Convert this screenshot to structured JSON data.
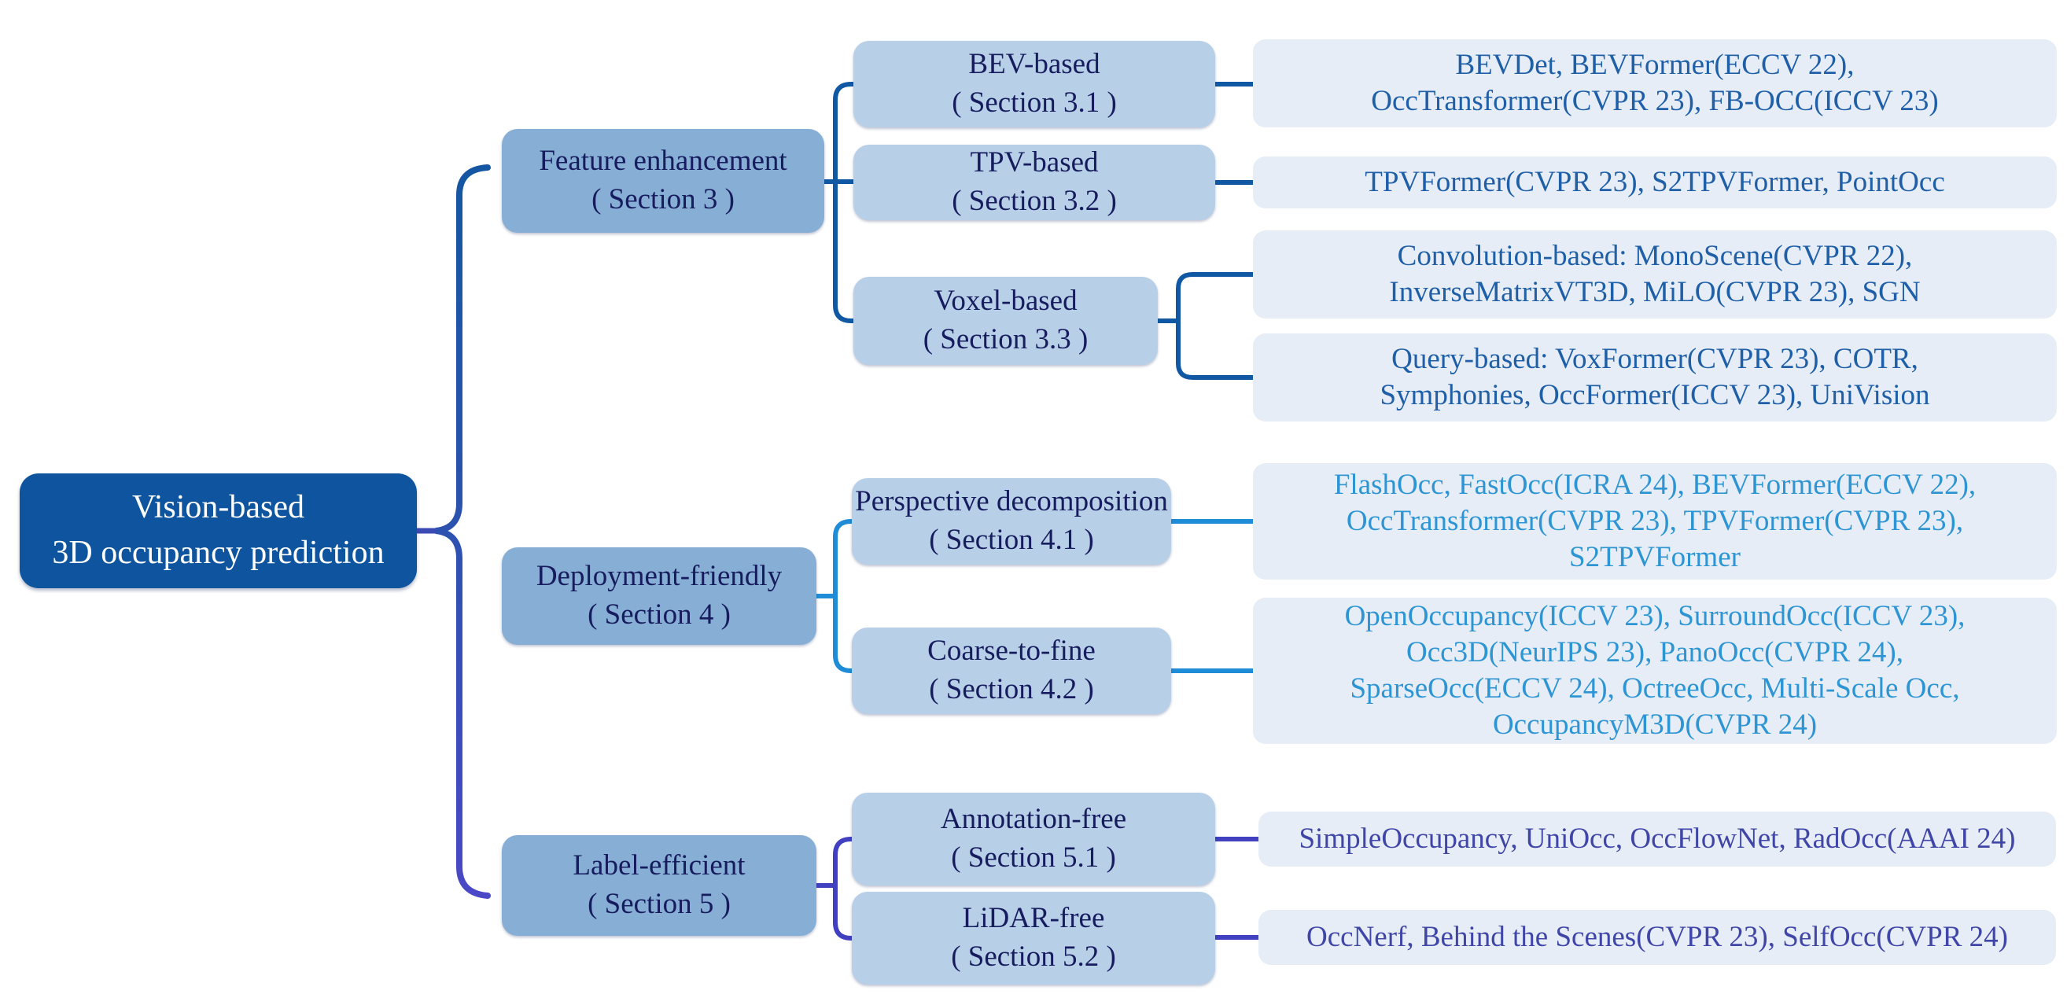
{
  "root": {
    "text": [
      "Vision-based",
      "3D occupancy prediction"
    ]
  },
  "nodes": {
    "feature_enhancement": {
      "label": "Feature enhancement",
      "section": "( Section 3 )"
    },
    "deployment_friendly": {
      "label": "Deployment-friendly",
      "section": "( Section 4 )"
    },
    "label_efficient": {
      "label": "Label-efficient",
      "section": "( Section 5 )"
    },
    "bev_based": {
      "label": "BEV-based",
      "section": "( Section 3.1 )"
    },
    "tpv_based": {
      "label": "TPV-based",
      "section": "( Section 3.2 )"
    },
    "voxel_based": {
      "label": "Voxel-based",
      "section": "( Section 3.3 )"
    },
    "perspective_decomposition": {
      "label": "Perspective decomposition",
      "section": "( Section 4.1 )"
    },
    "coarse_to_fine": {
      "label": "Coarse-to-fine",
      "section": "( Section 4.2 )"
    },
    "annotation_free": {
      "label": "Annotation-free",
      "section": "( Section 5.1 )"
    },
    "lidar_free": {
      "label": "LiDAR-free",
      "section": "( Section 5.2 )"
    }
  },
  "method_lists": {
    "bev": [
      "BEVDet, BEVFormer(ECCV 22),",
      "OccTransformer(CVPR 23), FB-OCC(ICCV 23)"
    ],
    "tpv": [
      "TPVFormer(CVPR 23), S2TPVFormer, PointOcc"
    ],
    "voxel_convolution": [
      "Convolution-based: MonoScene(CVPR 22),",
      "InverseMatrixVT3D, MiLO(CVPR 23), SGN"
    ],
    "voxel_query": [
      "Query-based: VoxFormer(CVPR 23), COTR,",
      "Symphonies, OccFormer(ICCV 23), UniVision"
    ],
    "perspective": [
      "FlashOcc, FastOcc(ICRA 24), BEVFormer(ECCV 22),",
      "OccTransformer(CVPR 23), TPVFormer(CVPR 23),",
      "S2TPVFormer"
    ],
    "coarse": [
      "OpenOccupancy(ICCV 23), SurroundOcc(ICCV 23),",
      "Occ3D(NeurIPS 23), PanoOcc(CVPR 24),",
      "SparseOcc(ECCV 24), OctreeOcc, Multi-Scale Occ,",
      "OccupancyM3D(CVPR 24)"
    ],
    "annotation": [
      "SimpleOccupancy, UniOcc, OccFlowNet, RadOcc(AAAI 24)"
    ],
    "lidar": [
      "OccNerf, Behind the Scenes(CVPR 23), SelfOcc(CVPR 24)"
    ]
  },
  "colors": {
    "root_bg": "#0E549E",
    "root_text": "#FFFFFF",
    "branch_bg": "#87AFD5",
    "sub_bg": "#B7D0E8",
    "leaf_bg": "#E6EDF6",
    "node_text": "#171C5E",
    "leaf_text_group1": "#1E5FA8",
    "leaf_text_group2": "#2E95D4",
    "leaf_text_group3": "#3F46A8",
    "connector_group1": "#1158A4",
    "connector_group2": "#1E8CD6",
    "connector_group3": "#4040C0",
    "brace_top": "#1456A2",
    "brace_bottom": "#4A48C6"
  }
}
